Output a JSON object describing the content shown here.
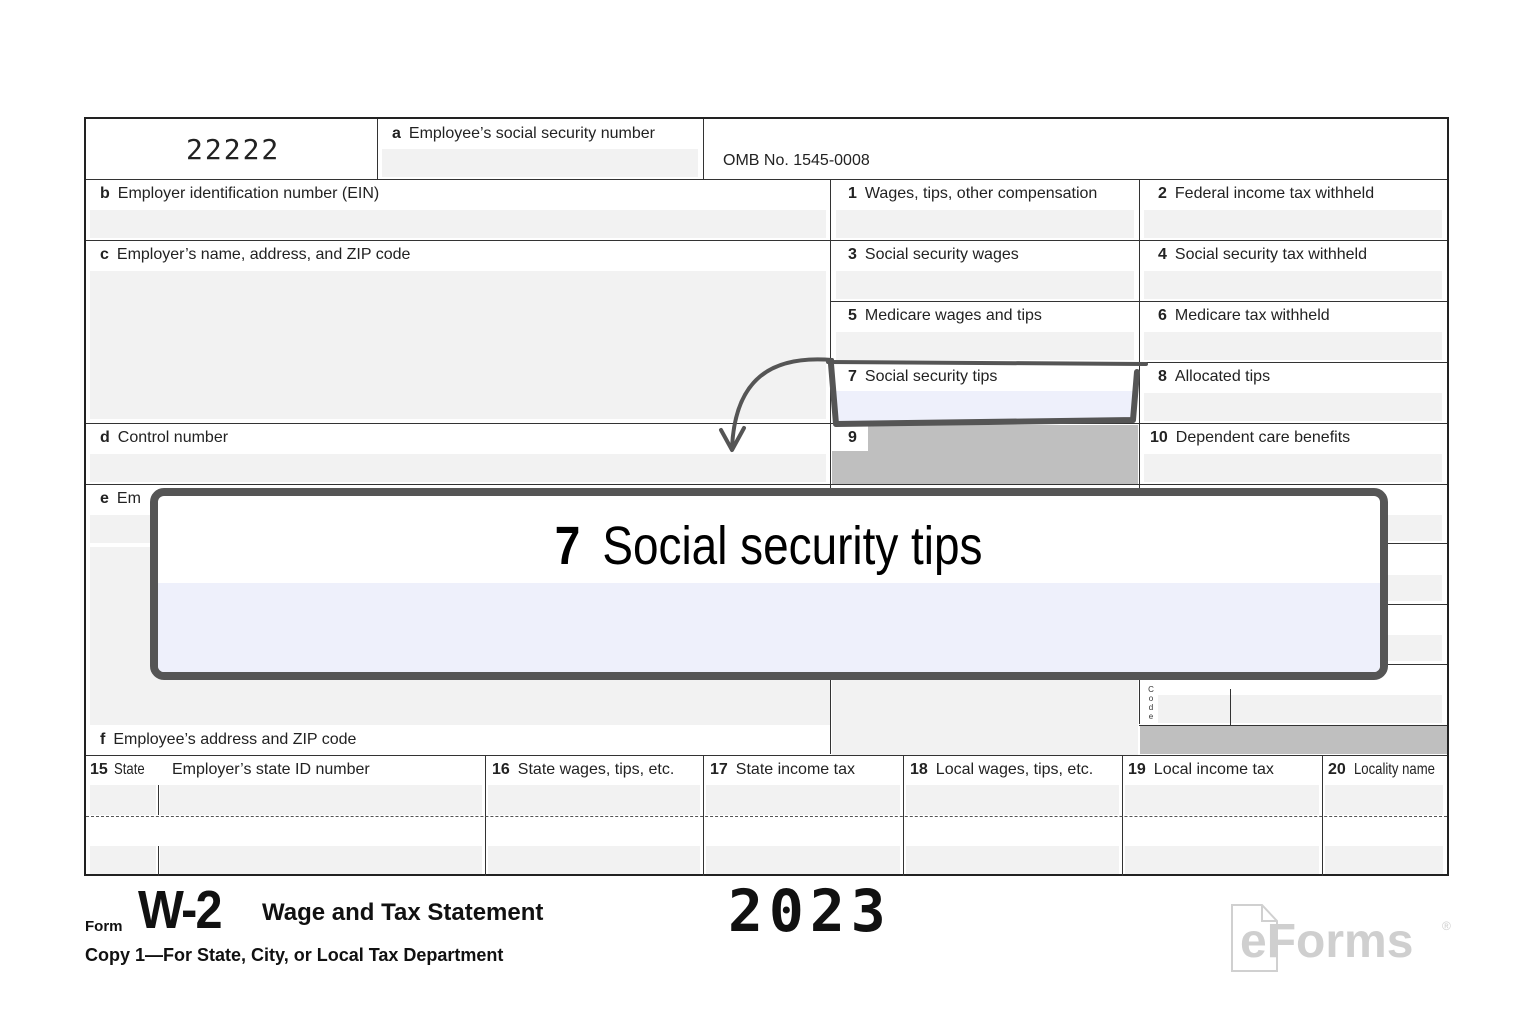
{
  "form": {
    "control_code": "22222",
    "omb": "OMB No. 1545-0008",
    "boxes": {
      "a": {
        "letter": "a",
        "label": "Employee’s social security number"
      },
      "b": {
        "letter": "b",
        "label": "Employer identification number (EIN)"
      },
      "c": {
        "letter": "c",
        "label": "Employer’s name, address, and ZIP code"
      },
      "d": {
        "letter": "d",
        "label": "Control number"
      },
      "e": {
        "letter": "e",
        "label": "Em"
      },
      "f": {
        "letter": "f",
        "label": "Employee’s address and ZIP code"
      },
      "b1": {
        "num": "1",
        "label": "Wages, tips, other compensation"
      },
      "b2": {
        "num": "2",
        "label": "Federal income tax withheld"
      },
      "b3": {
        "num": "3",
        "label": "Social security wages"
      },
      "b4": {
        "num": "4",
        "label": "Social security tax withheld"
      },
      "b5": {
        "num": "5",
        "label": "Medicare wages and tips"
      },
      "b6": {
        "num": "6",
        "label": "Medicare tax withheld"
      },
      "b7": {
        "num": "7",
        "label": "Social security tips"
      },
      "b8": {
        "num": "8",
        "label": "Allocated tips"
      },
      "b9": {
        "num": "9",
        "label": ""
      },
      "b10": {
        "num": "10",
        "label": "Dependent care benefits"
      },
      "code_label": "C o d e"
    },
    "state_row": {
      "b15": {
        "num": "15",
        "label": "State",
        "sub": "Employer’s state ID number"
      },
      "b16": {
        "num": "16",
        "label": "State wages, tips, etc."
      },
      "b17": {
        "num": "17",
        "label": "State income tax"
      },
      "b18": {
        "num": "18",
        "label": "Local wages, tips, etc."
      },
      "b19": {
        "num": "19",
        "label": "Local income tax"
      },
      "b20": {
        "num": "20",
        "label": "Locality name"
      }
    }
  },
  "footer": {
    "form_prefix": "Form",
    "form_name": "W-2",
    "title": "Wage and Tax Statement",
    "year": "2023",
    "copy": "Copy 1—For State, City, or Local Tax Department"
  },
  "callout": {
    "num": "7",
    "label": "Social security tips"
  },
  "brand": {
    "name": "eForms",
    "registered": "®"
  },
  "colors": {
    "highlight_fill": "#eef0fb",
    "callout_border": "#555555",
    "field_fill": "#f2f2f2",
    "shaded": "#bfbfbf"
  }
}
